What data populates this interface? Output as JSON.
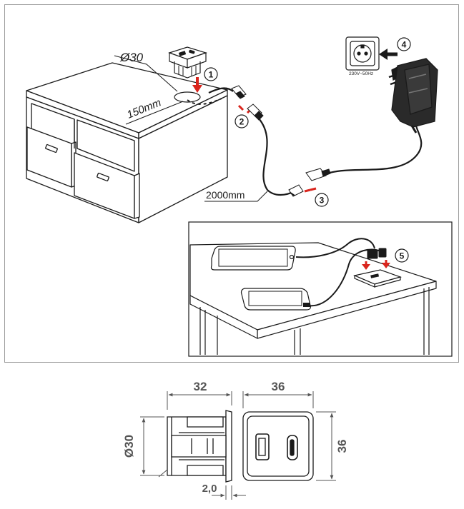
{
  "installation": {
    "hole_diameter_label": "Ø30",
    "distance_label": "150mm",
    "cable_length_label": "2000mm",
    "adapter_rating": "230V~50Hz",
    "steps": [
      "1",
      "2",
      "3",
      "4",
      "5"
    ]
  },
  "dimensions": {
    "depth": "32",
    "width": "36",
    "height": "36",
    "diameter": "Ø30",
    "flange": "2,0"
  },
  "colors": {
    "line": "#1a1a1a",
    "arrow_red": "#d9251d",
    "dimension": "#555555",
    "frame": "#9a9a9a"
  }
}
